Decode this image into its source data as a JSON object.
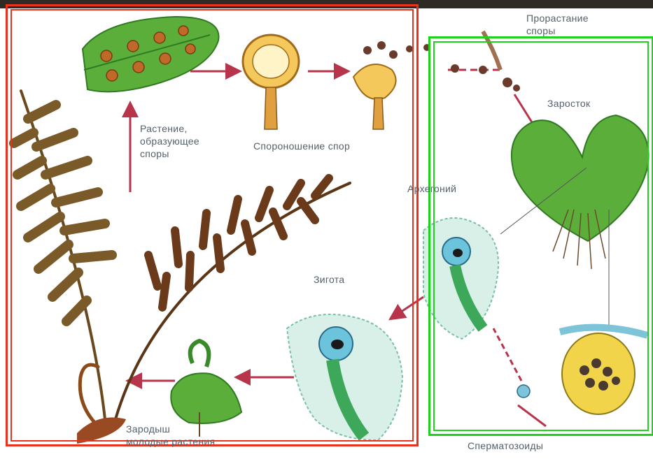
{
  "diagram": {
    "labels": {
      "spore_germination_line1": "Прорастание",
      "spore_germination_line2": "споры",
      "prothallus": "Заросток",
      "spore_leaf_line1": "Растение,",
      "spore_leaf_line2": "образующее",
      "spore_leaf_line3": "споры",
      "spore_release": "Спороношение спор",
      "archegonium": "Архегоний",
      "zygote": "Зигота",
      "embryo_line1": "Зародыш",
      "embryo_line2": "молодые растения",
      "spermatozoids": "Сперматозоиды"
    },
    "colors": {
      "red_frame": "#e8321e",
      "green_frame": "#1ed21e",
      "arrow": "#b8344a",
      "leaf_green": "#5cae3a",
      "frond_brown": "#6a4a1c"
    }
  }
}
